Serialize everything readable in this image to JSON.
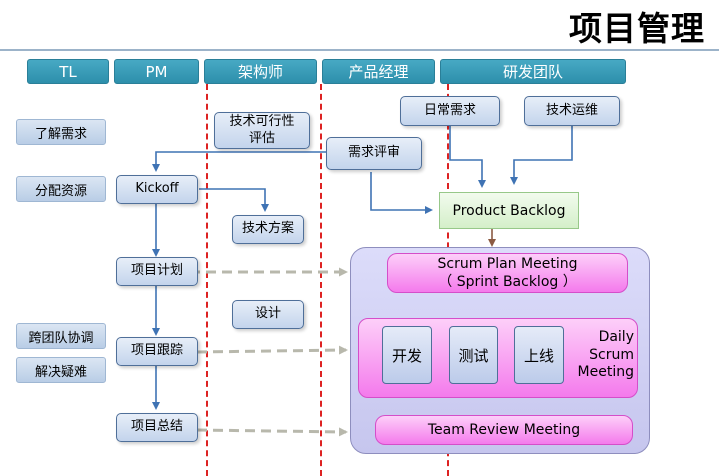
{
  "title": "项目管理",
  "roles": [
    "TL",
    "PM",
    "架构师",
    "产品经理",
    "研发团队"
  ],
  "tl_items": [
    "了解需求",
    "分配资源",
    "跨团队协调",
    "解决疑难"
  ],
  "pm_items": [
    "Kickoff",
    "项目计划",
    "项目跟踪",
    "项目总结"
  ],
  "arch_items": [
    "技术可行性评估",
    "技术方案",
    "设计"
  ],
  "pd_items": [
    "需求评审"
  ],
  "dev_inputs": [
    "日常需求",
    "技术运维"
  ],
  "product_backlog": "Product Backlog",
  "scrum_plan": "Scrum Plan Meeting",
  "sprint_backlog": "（ Sprint Backlog ）",
  "sprint_steps": [
    "开发",
    "测试",
    "上线"
  ],
  "daily_scrum": [
    "Daily",
    "Scrum",
    "Meeting"
  ],
  "team_review": "Team Review Meeting"
}
